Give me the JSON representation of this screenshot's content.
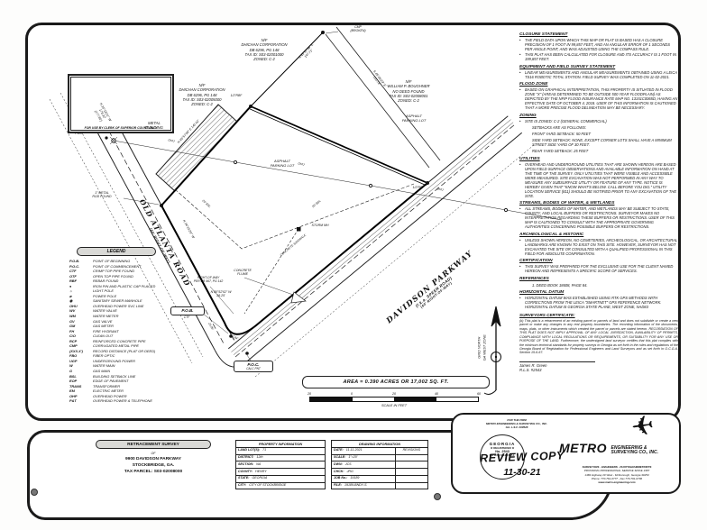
{
  "sheet": {
    "clerk_box_caption": "FOR USE BY CLERK OF SUPERIOR COURT ONLY"
  },
  "legend": {
    "title": "LEGEND",
    "items": [
      [
        "P.O.B.",
        "POINT OF BEGINNING"
      ],
      [
        "P.O.C.",
        "POINT OF COMMENCEMENT"
      ],
      [
        "CTF",
        "CRIMP TOP PIPE FOUND"
      ],
      [
        "OTF",
        "OPEN TOP PIPE FOUND"
      ],
      [
        "RBF",
        "REBAR FOUND"
      ],
      [
        "●",
        "IRON PIN AND PLASTIC CAP PLACED"
      ],
      [
        "☼",
        "LIGHT POLE"
      ],
      [
        "⌀",
        "POWER POLE"
      ],
      [
        "◉",
        "SANITARY SEWER MANHOLE"
      ],
      [
        "OHU",
        "OVERHEAD POWER SVC LINE"
      ],
      [
        "WV",
        "WATER VALVE"
      ],
      [
        "WM",
        "WATER METER"
      ],
      [
        "GV",
        "GAS VALVE"
      ],
      [
        "GM",
        "GAS METER"
      ],
      [
        "FH",
        "FIRE HYDRANT"
      ],
      [
        "C/O",
        "CLEAN OUT"
      ],
      [
        "RCP",
        "REINFORCED CONCRETE PIPE"
      ],
      [
        "CMP",
        "CORRUGATED METAL PIPE"
      ],
      [
        "(XXX.X')",
        "RECORD DISTANCE (PLAT OR DEED)"
      ],
      [
        "FBO",
        "FIBER OPTIC"
      ],
      [
        "UGP",
        "UNDERGROUND POWER"
      ],
      [
        "W",
        "WATER MAIN"
      ],
      [
        "G",
        "GAS MAIN"
      ],
      [
        "BSL",
        "BUILDING SETBACK LINE"
      ],
      [
        "EOP",
        "EDGE OF PAVEMENT"
      ],
      [
        "TRANS",
        "TRANSFORMER"
      ],
      [
        "EM",
        "ELECTRIC METER"
      ],
      [
        "OHP",
        "OVERHEAD POWER"
      ],
      [
        "P&T",
        "OVERHEAD POWER & TELEPHONE"
      ]
    ]
  },
  "drawing": {
    "adjoiners": {
      "dhichan_top": "N/F\nDHICHAN CORPORATION\nDB 6296, PG 148\nTAX ID: S03-02001000\nZONED: C-2",
      "dhichan_left": "N/F\nDHICHAN CORPORATION\nDB 6296, PG 148\nTAX ID: S03-02005000\nZONED: C-2",
      "boughner": "N/F\nWILLIAM P. BOUGHNER\nNO DEED FOUND\nTAX ID: S03-02008001\nZONED: C-2"
    },
    "roads": {
      "old_atlanta": {
        "name": "OLD ATLANTA ROAD",
        "row": "(60' RIGHT-OF-WAY)"
      },
      "davidson": {
        "name": "DAVIDSON PARKWAY",
        "fka": "(f.k.a. SPEER ROAD)",
        "row": "(60' RIGHT-OF-WAY)"
      }
    },
    "labels": {
      "metal_building": "METAL\nBUILDING",
      "asphalt_parking": "ASPHALT\nPARKING LOT",
      "cmp_broken": "CMP\n(BROKEN)",
      "post": "POST",
      "storm_mh": "STORM MH",
      "concrete_flume": "CONCRETE\nFLUME",
      "concrete_sidewalk": "CONCRETE SIDEWALK",
      "metal_rod": "1\" METAL\nROD FOUND",
      "rbf": "1/2\"RBF",
      "pob": "P.O.B.",
      "pob_sub": "CTF",
      "poc": "P.O.C.",
      "poc_sub": "CALC PNT",
      "row_note": "RIGHT-OF-WAY\nPER DB 467, PG 142",
      "bsl_25": "25' BSL",
      "bsl_50": "50' BSL",
      "ohu": "OHU",
      "bearing_oa_1": "N 35°18'21\" W\n178.32'\n(177.80')",
      "bearing_oa_2": "N 34°16'29\" W",
      "bearing_nw": "N 45°57'58\" E  142.02'",
      "bearing_ne": "N 45°57'58\" E\n147.71'",
      "bearing_se": "S 45°06'23\" E\n110.78'",
      "bearing_corner": "N 80°52'02\" W\n26.25'",
      "dist_1": "25.06'",
      "dist_2": "17.84'"
    },
    "area_box": "AREA = 0.390 ACRES OR 17,002 SQ. FT.",
    "scale_bar": {
      "ticks": [
        "20",
        "0",
        "20",
        "40",
        "60"
      ],
      "caption": "SCALE IN FEET"
    },
    "north_arrow": {
      "text": "GRID NORTH\nGA WEST ZONE"
    }
  },
  "notes": {
    "sections": [
      {
        "title": "CLOSURE STATEMENT",
        "bullets": [
          "THE FIELD DATA UPON WHICH THIS MAP OR PLAT IS BASED HAS A CLOSURE PRECISION OF 1 FOOT IN 99,857 FEET, AND AN ANGULAR ERROR OF 1 SECONDS PER ANGLE POINT, AND WAS ADJUSTED USING THE COMPASS RULE.",
          "THIS PLAT HAS BEEN CALCULATED FOR CLOSURE AND ITS ACCURACY IS 1 FOOT IN 199,857 FEET."
        ]
      },
      {
        "title": "EQUIPMENT AND FIELD SURVEY STATEMENT",
        "bullets": [
          "LINEAR MEASUREMENTS AND ANGULAR MEASUREMENTS OBTAINED USING A LEICA TS16 ROBOTIC TOTAL STATION. FIELD SURVEY WAS COMPLETED ON 11-02-2021."
        ]
      },
      {
        "title": "FLOOD ZONE",
        "bullets": [
          "BASED ON GRAPHICAL INTERPRETATION, THIS PROPERTY IS SITUATED IN FLOOD ZONE \"X\" (AREAS DETERMINED TO BE OUTSIDE 500 YEAR FLOODPLAIN) AS DEPICTED BY THE NFIP FLOOD INSURANCE RATE MAP NO. 13151C0065D, HAVING AN EFFECTIVE DATE OF OCTOBER 4, 2018.  USER OF THIS INFORMATION IS CAUTIONED THAT A MORE PRECISE FLOOD DELINEATION MAY BE NECESSARY."
        ]
      },
      {
        "title": "ZONING",
        "bullets": [
          "SITE IS ZONED: C-2 (GENERAL COMMERCIAL)"
        ],
        "plain": [
          "SETBACKS ARE AS FOLLOWS:",
          "FRONT YARD SETBACK: 50 FEET",
          "SIDE YARD SETBACK:  NONE, EXCEPT CORNER LOTS SHALL HAVE A MINIMUM STREET SIDE YARD OF 30 FEET.",
          "REAR YARD SETBACK: 25 FEET"
        ]
      },
      {
        "title": "UTILITIES",
        "bullets": [
          "OVERHEAD AND UNDERGROUND UTILITIES THAT ARE SHOWN HEREON ARE BASED UPON FIELD SURFACE OBSERVATIONS AND AVAILABLE INFORMATION ON HAND AT THE TIME OF THE SURVEY.  ONLY UTILITIES THAT WERE VISIBLE AND ACCESSIBLE WERE MEASURED.  SITE EXCAVATION WAS NOT PERFORMED IN ANY WAY TO MEASURE ANY SUBSURFACE UTILITY OR FEATURE OF ANY TYPE.  NOTICE IS HEREBY GIVEN THAT \"KNOW WHAT'S BELOW. CALL BEFORE YOU DIG.\" UTILITY LOCATION SERVICE (811) SHOULD BE NOTIFIED PRIOR TO ANY EXCAVATION OF THE SITE."
        ]
      },
      {
        "title": "STREAMS, BODIES OF WATER, & WETLANDS",
        "bullets": [
          "ALL STREAMS, BODIES OF WATER, AND WETLANDS MAY BE SUBJECT TO STATE, COUNTY, AND LOCAL BUFFERS OR RESTRICTIONS.  SURVEYOR MAKES NO INTERPRETATION REGARDING THESE BUFFERS OR RESTRICTIONS.  USER OF THIS MAP IS CAUTIONED TO CONSULT WITH THE APPROPRIATE GOVERNING AUTHORITIES CONCERNING POSSIBLE BUFFERS OR RESTRICTIONS."
        ]
      },
      {
        "title": "ARCHEOLOGICAL & HISTORIC",
        "bullets": [
          "UNLESS SHOWN HEREON, NO CEMETERIES, ARCHEOLOGICAL, OR ARCHITECTURAL LANDMARKS ARE KNOWN TO EXIST ON THIS SITE.  HOWEVER, SURVEYOR HAS NOT EXCAVATED THE SITE OR CONSULTED WITH A QUALIFIED PROFESSIONAL IN THIS FIELD FOR ABSOLUTE CONFIRMATION."
        ]
      },
      {
        "title": "CERTIFICATION",
        "bullets": [
          "THIS SURVEY WAS PREPARED FOR THE EXCLUSIVE USE FOR THE CLIENT NAMED HEREON AND REPRESENTS A SPECIFIC SCOPE OF SERVICES."
        ]
      },
      {
        "title": "REFERENCES",
        "plain": [
          "1.   DEED BOOK 18608, PAGE 84."
        ]
      },
      {
        "title": "HORIZONTAL DATUM",
        "bullets": [
          "HORIZONTAL DATUM WAS ESTABLISHED USING RTK GPS METHODS WITH CORRECTIONS FROM THE LEICA \"SMARTNET\" GPS REFERENCE NETWORK.  HORIZONTAL DATUM IS GEORGIA STATE PLANE, WEST ZONE, NAD83"
        ]
      }
    ],
    "certificate": {
      "title": "SURVEYORS CERTIFICATE:",
      "body": "(b)  This plat is a retracement of an existing parcel or parcels of land and does not subdivide or create a new parcel or make any changes to any real property boundaries. The recording information of the documents, maps, plats, or other instruments which created the parcel or parcels are stated hereon. RECORDATION OF THIS PLAT DOES NOT IMPLY APPROVAL OF ANY LOCAL JURISDICTION, AVAILABILITY OF PERMITS, COMPLIANCE WITH LOCAL REGULATIONS OR REQUIREMENTS, OR SUITABILITY FOR ANY USE OR PURPOSE OF THE LAND.  Furthermore, the undersigned land surveyor certifies that this plat complies with the minimum technical standards for property surveys in Georgia as set forth in the rules and regulations of the Georgia Board of Registration for Professional Engineers and Land Surveyors and as set forth in O.C.G.A. Section 15-6-67."
    },
    "signature": {
      "name": "James R. Green",
      "title": "R.L.S. #2543"
    }
  },
  "titleblock": {
    "survey_title": "RETRACEMENT SURVEY",
    "of": "OF",
    "address": [
      "9900 DAVIDSON PARKWAY",
      "STOCKBRIDGE, GA.",
      "TAX PARCEL: S03-02008000"
    ],
    "property_info": {
      "title": "PROPERTY INFORMATION",
      "rows": [
        [
          "LAND LOT(S):",
          "71"
        ],
        [
          "DISTRICT:",
          "12th"
        ],
        [
          "SECTION:",
          "NA"
        ],
        [
          "COUNTY:",
          "HENRY"
        ],
        [
          "STATE:",
          "GEORGIA"
        ],
        [
          "CITY:",
          "CITY OF STOCKBRIDGE"
        ]
      ]
    },
    "drawing_info": {
      "title": "DRAWING INFORMATION",
      "revisions_header": "REVISIONS",
      "rows": [
        [
          "DATE:",
          "11-11-2021"
        ],
        [
          "SCALE:",
          "1\"=20'"
        ],
        [
          "DWN:",
          "JCS"
        ],
        [
          "CHCK:",
          "JRG"
        ],
        [
          "JOB No.:",
          "19189"
        ],
        [
          "FILE:",
          "19189-BNDY-S"
        ]
      ]
    },
    "firm_note": [
      "FOR THE FIRM",
      "METRO ENGINEERING & SURVEYING CO., INC.",
      "GA. L.S.F. #00528"
    ],
    "seal": {
      "line1": "GEORGIA",
      "line2": "★ REGISTERED ★",
      "line3": "No. 2543",
      "line4": "PROFESSIONAL"
    },
    "review_stamp": "REVIEW COPY",
    "review_date": "11-30-21",
    "metro": {
      "name": "METRO",
      "name2": "ENGINEERING & SURVEYING CO., INC.",
      "line1": "SURVEYORS - ENGINEERS - PHOTOGRAMMETRISTS",
      "line2": "PROVIDING PROFESSIONAL SERVICE SINCE 1987",
      "line3": "1469 Highway 20 West - McDonough, Georgia 30253",
      "line4": "Phone: 770-761-0777 - Fax 770-761-0706",
      "line5": "www.metro-engineering.com"
    }
  }
}
